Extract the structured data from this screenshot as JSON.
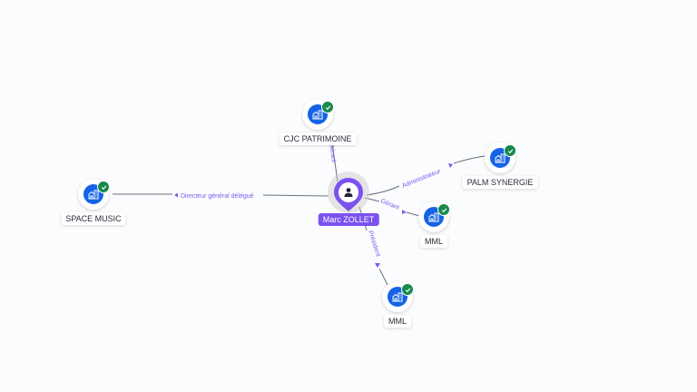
{
  "center": {
    "name": "Marc ZOLLET",
    "icon": "person-icon",
    "color": "#7b52ef"
  },
  "companies": [
    {
      "id": "cjc",
      "name": "CJC PATRIMOINE",
      "icon": "building-icon",
      "verified": true
    },
    {
      "id": "space",
      "name": "SPACE MUSIC",
      "icon": "building-icon",
      "verified": true
    },
    {
      "id": "palm",
      "name": "PALM SYNERGIE",
      "icon": "building-icon",
      "verified": true
    },
    {
      "id": "mml1",
      "name": "MML",
      "icon": "building-icon",
      "verified": true
    },
    {
      "id": "mml2",
      "name": "MML",
      "icon": "building-icon",
      "verified": true
    }
  ],
  "edges": [
    {
      "to": "cjc",
      "role": "Gérant"
    },
    {
      "to": "space",
      "role": "Directeur général délégué"
    },
    {
      "to": "palm",
      "role": "Administrateur"
    },
    {
      "to": "mml1",
      "role": "Gérant"
    },
    {
      "to": "mml2",
      "role": "Président"
    }
  ],
  "colors": {
    "company_icon": "#1463e6",
    "verified_badge": "#178a4c",
    "edge_label": "#7b5cf0",
    "edge_line": "#6b6f80",
    "background": "#fbfcfd"
  }
}
